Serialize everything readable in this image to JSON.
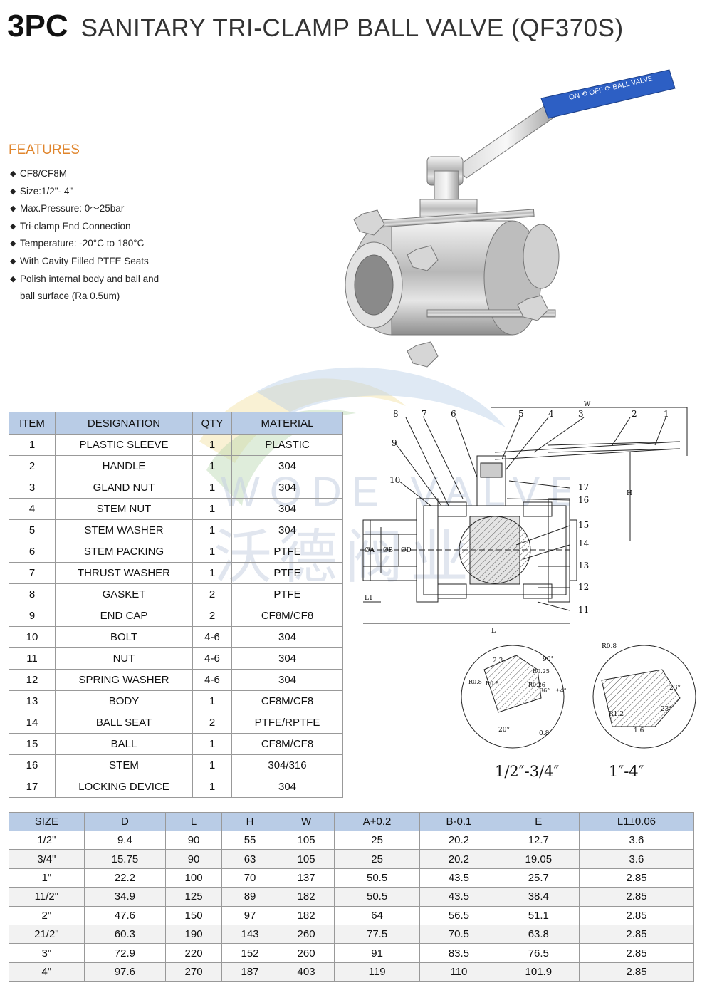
{
  "header": {
    "bold": "3PC",
    "title": "SANITARY TRI-CLAMP BALL VALVE (QF370S)"
  },
  "handle_label": "ON ⟲ OFF ⟳ BALL VALVE",
  "features": {
    "heading": "FEATURES",
    "items": [
      "CF8/CF8M",
      "Size:1/2\"- 4\"",
      "Max.Pressure: 0～25bar",
      "Tri-clamp End Connection",
      "Temperature: -20°C to 180°C",
      "With Cavity Filled PTFE Seats",
      "Polish internal body and ball and",
      "ball surface (Ra 0.5um)"
    ]
  },
  "watermark": {
    "en": "WODE VALVE",
    "cn": "沃德阀业"
  },
  "parts_table": {
    "headers": [
      "ITEM",
      "DESIGNATION",
      "QTY",
      "MATERIAL"
    ],
    "rows": [
      [
        "1",
        "PLASTIC SLEEVE",
        "1",
        "PLASTIC"
      ],
      [
        "2",
        "HANDLE",
        "1",
        "304"
      ],
      [
        "3",
        "GLAND NUT",
        "1",
        "304"
      ],
      [
        "4",
        "STEM NUT",
        "1",
        "304"
      ],
      [
        "5",
        "STEM WASHER",
        "1",
        "304"
      ],
      [
        "6",
        "STEM PACKING",
        "1",
        "PTFE"
      ],
      [
        "7",
        "THRUST WASHER",
        "1",
        "PTFE"
      ],
      [
        "8",
        "GASKET",
        "2",
        "PTFE"
      ],
      [
        "9",
        "END CAP",
        "2",
        "CF8M/CF8"
      ],
      [
        "10",
        "BOLT",
        "4-6",
        "304"
      ],
      [
        "11",
        "NUT",
        "4-6",
        "304"
      ],
      [
        "12",
        "SPRING WASHER",
        "4-6",
        "304"
      ],
      [
        "13",
        "BODY",
        "1",
        "CF8M/CF8"
      ],
      [
        "14",
        "BALL SEAT",
        "2",
        "PTFE/RPTFE"
      ],
      [
        "15",
        "BALL",
        "1",
        "CF8M/CF8"
      ],
      [
        "16",
        "STEM",
        "1",
        "304/316"
      ],
      [
        "17",
        "LOCKING DEVICE",
        "1",
        "304"
      ]
    ]
  },
  "drawing": {
    "callouts": [
      "1",
      "2",
      "3",
      "4",
      "5",
      "6",
      "7",
      "8",
      "9",
      "10",
      "11",
      "12",
      "13",
      "14",
      "15",
      "16",
      "17"
    ],
    "dims": {
      "W": "W",
      "H": "H",
      "L": "L",
      "L1": "L1",
      "A": "ØA",
      "B": "ØB",
      "D": "ØD"
    },
    "detail1": {
      "caption": "1/2″-3/4″",
      "labels": [
        "2.3",
        "90°",
        "R0.25",
        "R0.8",
        "R0.26",
        "R0.8",
        "20°",
        "0.8",
        "36°",
        "±4°"
      ]
    },
    "detail2": {
      "caption": "1″-4″",
      "labels": [
        "R0.8",
        "23°",
        "23°",
        "R1.2",
        "1.6"
      ]
    }
  },
  "dims_table": {
    "headers": [
      "SIZE",
      "D",
      "L",
      "H",
      "W",
      "A+0.2",
      "B-0.1",
      "E",
      "L1±0.06"
    ],
    "rows": [
      [
        "1/2\"",
        "9.4",
        "90",
        "55",
        "105",
        "25",
        "20.2",
        "12.7",
        "3.6"
      ],
      [
        "3/4\"",
        "15.75",
        "90",
        "63",
        "105",
        "25",
        "20.2",
        "19.05",
        "3.6"
      ],
      [
        "1\"",
        "22.2",
        "100",
        "70",
        "137",
        "50.5",
        "43.5",
        "25.7",
        "2.85"
      ],
      [
        "11/2\"",
        "34.9",
        "125",
        "89",
        "182",
        "50.5",
        "43.5",
        "38.4",
        "2.85"
      ],
      [
        "2\"",
        "47.6",
        "150",
        "97",
        "182",
        "64",
        "56.5",
        "51.1",
        "2.85"
      ],
      [
        "21/2\"",
        "60.3",
        "190",
        "143",
        "260",
        "77.5",
        "70.5",
        "63.8",
        "2.85"
      ],
      [
        "3\"",
        "72.9",
        "220",
        "152",
        "260",
        "91",
        "83.5",
        "76.5",
        "2.85"
      ],
      [
        "4\"",
        "97.6",
        "270",
        "187",
        "403",
        "119",
        "110",
        "101.9",
        "2.85"
      ]
    ]
  }
}
